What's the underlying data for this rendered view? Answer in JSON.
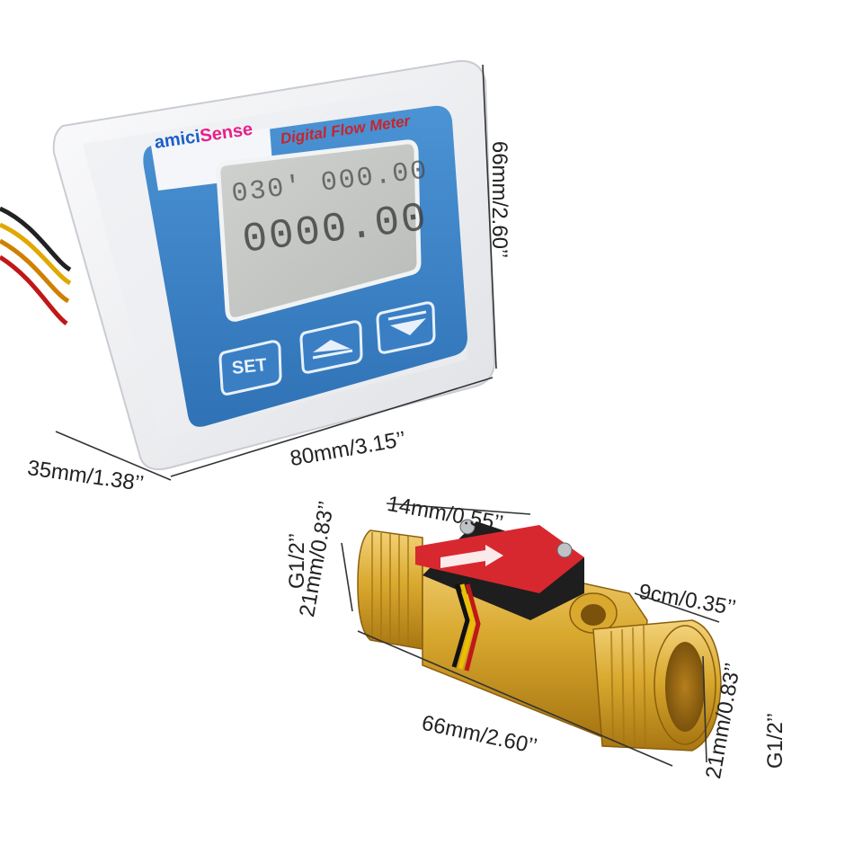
{
  "brand": {
    "part1": "amici",
    "part2": "Sense"
  },
  "meter": {
    "title": "Digital Flow Meter",
    "lcd_top": "030'  000.00",
    "lcd_main": "0000.00",
    "buttons": [
      "SET",
      "up-arrow-icon",
      "down-arrow-icon"
    ]
  },
  "dimensions": {
    "height": "66mm/2.60’’",
    "width": "80mm/3.15’’",
    "depth": "35mm/1.38’’",
    "sensor_top": "14mm/0.55’’",
    "sensor_thread_left_size": "21mm/0.83’’",
    "sensor_thread_left_type": "G1/2’’",
    "sensor_port": "9cm/0.35’’",
    "sensor_length": "66mm/2.60’’",
    "sensor_thread_right_size": "21mm/0.83’’",
    "sensor_thread_right_type": "G1/2’’"
  },
  "colors": {
    "panel_blue": "#3f86c9",
    "housing": "#f1f2f4",
    "brass": "#d9a92f",
    "sensor_red": "#d8282f"
  }
}
